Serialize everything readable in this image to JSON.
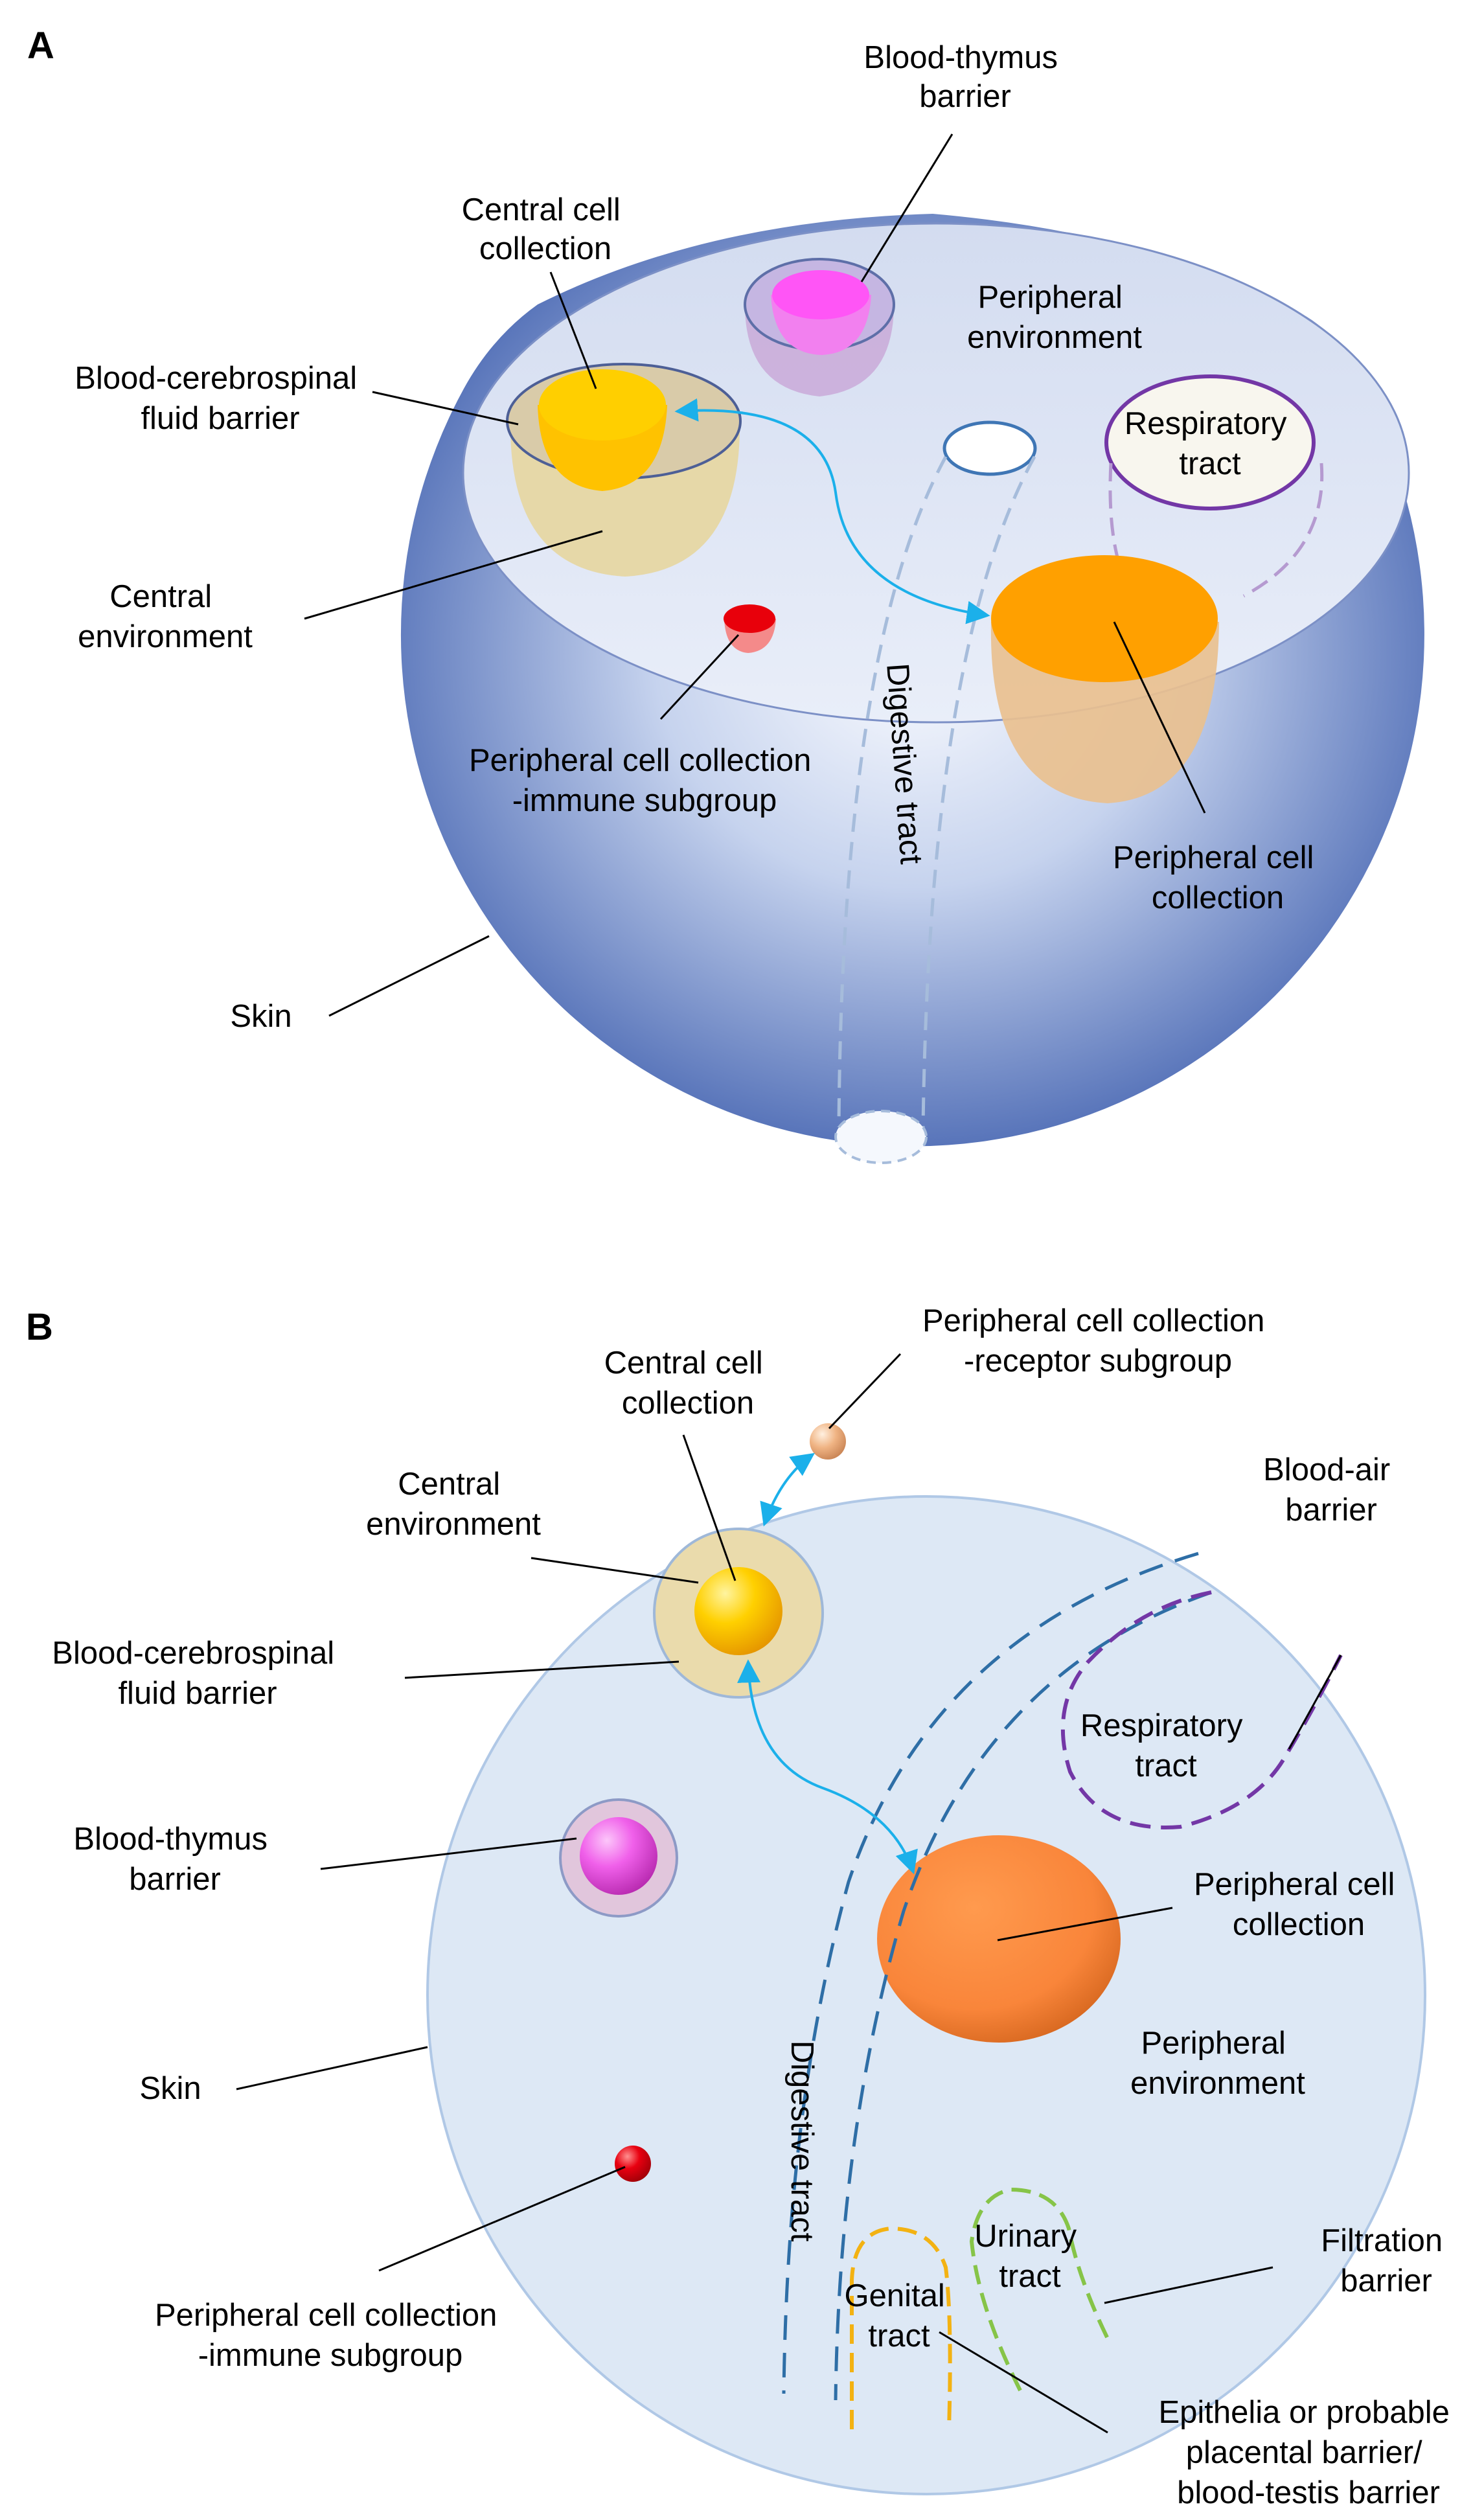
{
  "panel_a": {
    "letter": "A",
    "labels": {
      "blood_thymus_barrier": [
        "Blood-thymus",
        "barrier"
      ],
      "central_cell_collection": [
        "Central cell",
        "collection"
      ],
      "peripheral_environment": [
        "Peripheral",
        "environment"
      ],
      "blood_csf_barrier": [
        "Blood-cerebrospinal",
        "fluid barrier"
      ],
      "respiratory_tract": [
        "Respiratory",
        "tract"
      ],
      "central_environment": [
        "Central",
        "environment"
      ],
      "digestive_tract": "Digestive tract",
      "peripheral_immune_subgroup": [
        "Peripheral cell collection",
        "-immune subgroup"
      ],
      "peripheral_cell_collection": [
        "Peripheral cell",
        "collection"
      ],
      "skin": "Skin"
    }
  },
  "panel_b": {
    "letter": "B",
    "labels": {
      "peripheral_receptor_subgroup": [
        "Peripheral cell collection",
        "-receptor subgroup"
      ],
      "central_cell_collection": [
        "Central cell",
        "collection"
      ],
      "blood_air_barrier": [
        "Blood-air",
        "barrier"
      ],
      "central_environment": [
        "Central",
        "environment"
      ],
      "blood_csf_barrier": [
        "Blood-cerebrospinal",
        "fluid barrier"
      ],
      "respiratory_tract": [
        "Respiratory",
        "tract"
      ],
      "blood_thymus_barrier": [
        "Blood-thymus",
        "barrier"
      ],
      "peripheral_cell_collection": [
        "Peripheral cell",
        "collection"
      ],
      "skin": "Skin",
      "peripheral_environment": [
        "Peripheral",
        "environment"
      ],
      "digestive_tract": "Digestive tract",
      "filtration_barrier": [
        "Filtration",
        "barrier"
      ],
      "urinary_tract": [
        "Urinary",
        "tract"
      ],
      "genital_tract": [
        "Genital",
        "tract"
      ],
      "peripheral_immune_subgroup": [
        "Peripheral cell collection",
        "-immune subgroup"
      ],
      "epithelia_barrier": [
        "Epithelia or probable",
        "placental barrier/",
        "blood-testis barrier"
      ]
    }
  },
  "colors": {
    "sphere_edge": "#4f6db5",
    "sphere_mid": "#a7b9e2",
    "sphere_light": "#f8faff",
    "flat_top": "#dfe6f6",
    "panel_b_disc": "#dde8f5",
    "central_environment": "#eadbac",
    "central_cell": "#ffc400",
    "peripheral_cell_a": "#ffa000",
    "peripheral_cell_b": "#fb8a3c",
    "thymus_cell": "#f263ea",
    "immune_cell": "#e8000b",
    "receptor_cell": "#eeb182",
    "arrow": "#1bb0ea",
    "respiratory": "#7337a6",
    "digestive_a": "#a6bcdb",
    "digestive_b": "#2e6ea6",
    "genital": "#f3b212",
    "urinary": "#86c448"
  }
}
